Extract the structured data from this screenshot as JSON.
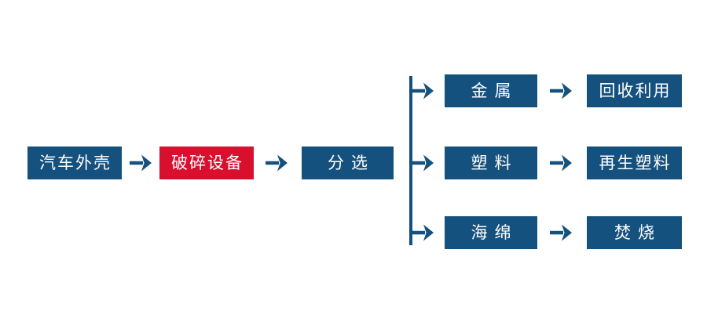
{
  "diagram": {
    "colors": {
      "primary": "#15517e",
      "highlight": "#d8102e",
      "text": "#ffffff",
      "background": "#ffffff"
    },
    "icons": {
      "arrow_right": "→"
    },
    "main_flow": [
      {
        "label": "汽车外壳",
        "variant": "blue"
      },
      {
        "label": "破碎设备",
        "variant": "red"
      },
      {
        "label": "分选",
        "variant": "blue"
      }
    ],
    "branches": [
      {
        "material": "金属",
        "result": "回收利用"
      },
      {
        "material": "塑料",
        "result": "再生塑料"
      },
      {
        "material": "海绵",
        "result": "焚烧"
      }
    ]
  }
}
